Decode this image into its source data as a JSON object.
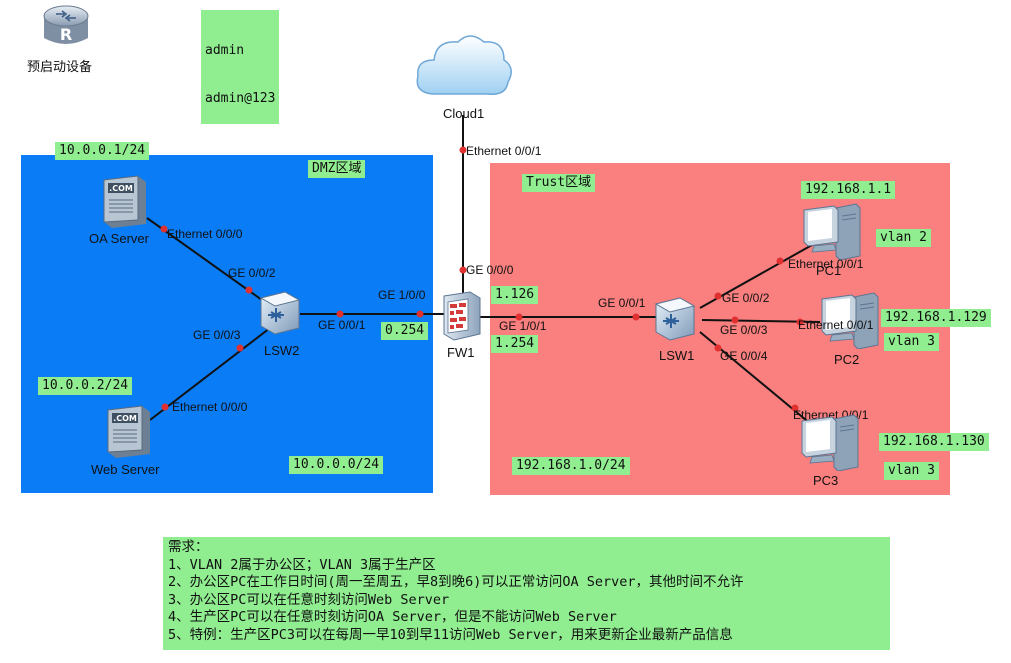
{
  "top": {
    "device_label": "预启动设备",
    "credentials": [
      "admin",
      "admin@123"
    ]
  },
  "cloud": {
    "name": "Cloud1",
    "port": "Ethernet 0/0/1"
  },
  "dmz": {
    "zone_label": "DMZ区域",
    "subnet": "10.0.0.0/24",
    "oa_ip": "10.0.0.1/24",
    "web_ip": "10.0.0.2/24",
    "oa_name": "OA Server",
    "web_name": "Web Server",
    "oa_port": "Ethernet 0/0/0",
    "web_port": "Ethernet 0/0/0",
    "switch_name": "LSW2",
    "sw_port_oa": "GE 0/0/2",
    "sw_port_web": "GE 0/0/3",
    "sw_port_fw": "GE 0/0/1",
    "gw_ip": "0.254"
  },
  "fw": {
    "name": "FW1",
    "port_dmz": "GE 1/0/0",
    "port_cloud": "GE 0/0/0",
    "port_trust": "GE 1/0/1",
    "ip_126": "1.126",
    "ip_254": "1.254"
  },
  "trust": {
    "zone_label": "Trust区域",
    "subnet": "192.168.1.0/24",
    "switch_name": "LSW1",
    "sw_port_fw": "GE 0/0/1",
    "sw_port_pc1": "GE 0/0/2",
    "sw_port_pc2": "GE 0/0/3",
    "sw_port_pc3": "GE 0/0/4",
    "pc1": {
      "name": "PC1",
      "ip": "192.168.1.1",
      "vlan": "vlan 2",
      "port": "Ethernet 0/0/1"
    },
    "pc2": {
      "name": "PC2",
      "ip": "192.168.1.129",
      "vlan": "vlan 3",
      "port": "Ethernet 0/0/1"
    },
    "pc3": {
      "name": "PC3",
      "ip": "192.168.1.130",
      "vlan": "vlan 3",
      "port": "Ethernet 0/0/1"
    }
  },
  "requirements": {
    "title": "需求：",
    "items": [
      "1、VLAN 2属于办公区；VLAN 3属于生产区",
      "2、办公区PC在工作日时间(周一至周五，早8到晚6)可以正常访问OA Server，其他时间不允许",
      "3、办公区PC可以在任意时刻访问Web Server",
      "4、生产区PC可以在任意时刻访问OA Server，但是不能访问Web Server",
      "5、特例：生产区PC3可以在每周一早10到早11访问Web Server，用来更新企业最新产品信息"
    ]
  },
  "colors": {
    "dmz": "#0a7cf5",
    "trust": "#fa7f7f",
    "note": "#90ee90",
    "port_dot": "#e03030"
  }
}
